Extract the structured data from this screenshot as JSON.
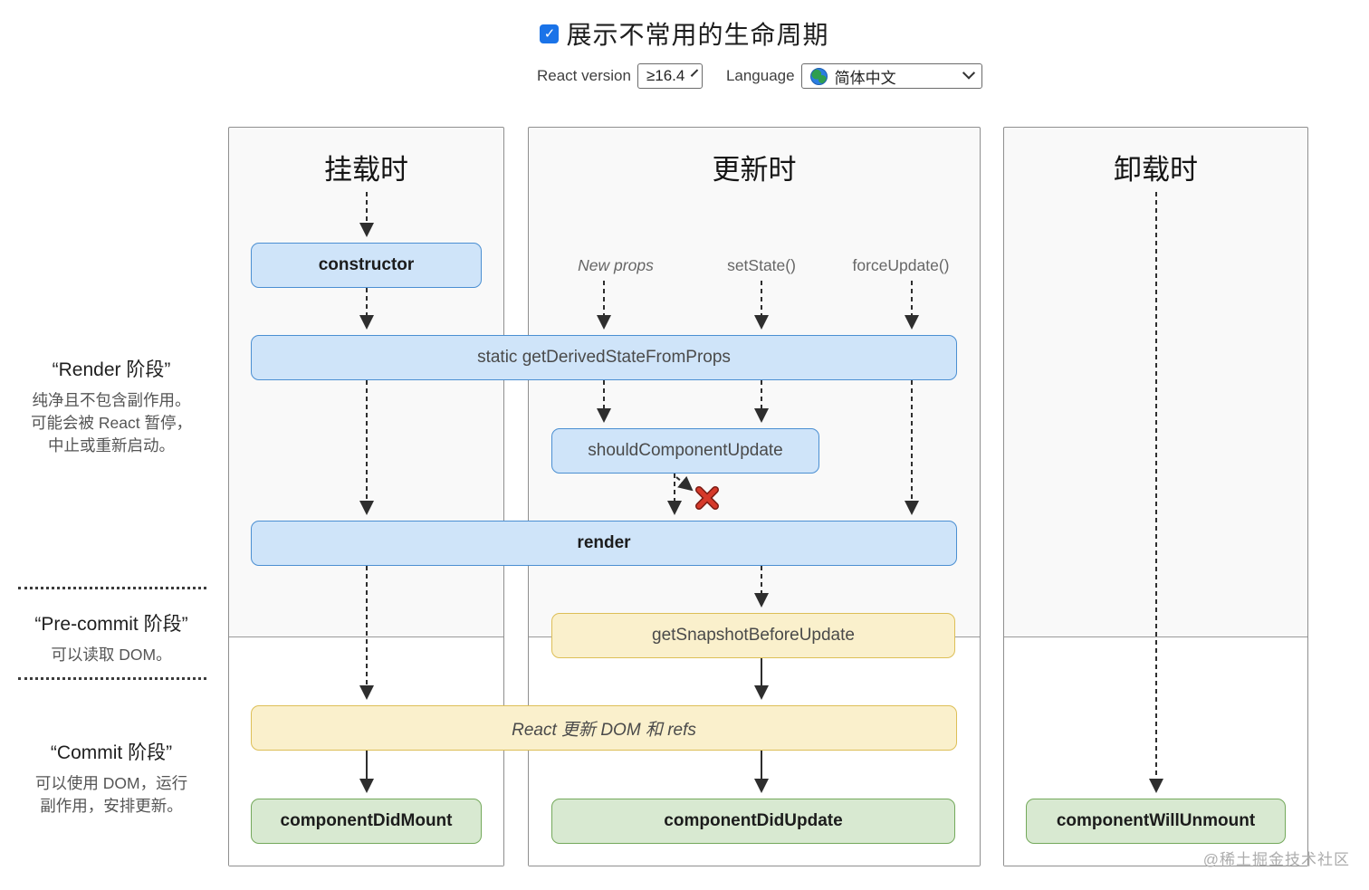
{
  "header": {
    "title": "展示不常用的生命周期",
    "checkbox_checked": "✓",
    "react_version_label": "React version",
    "react_version_value": "≥16.4",
    "language_label": "Language",
    "language_value": "简体中文"
  },
  "phases": [
    {
      "title": "“Render 阶段”",
      "lines": [
        "纯净且不包含副作用。",
        "可能会被 React 暂停，",
        "中止或重新启动。"
      ]
    },
    {
      "title": "“Pre-commit 阶段”",
      "lines": [
        "可以读取 DOM。"
      ]
    },
    {
      "title": "“Commit 阶段”",
      "lines": [
        "可以使用 DOM，运行",
        "副作用，安排更新。"
      ]
    }
  ],
  "columns": [
    {
      "title": "挂载时"
    },
    {
      "title": "更新时"
    },
    {
      "title": "卸载时"
    }
  ],
  "update_triggers": [
    "New props",
    "setState()",
    "forceUpdate()"
  ],
  "boxes": {
    "constructor": "constructor",
    "get_derived": "static getDerivedStateFromProps",
    "should_update": "shouldComponentUpdate",
    "render": "render",
    "get_snapshot": "getSnapshotBeforeUpdate",
    "react_updates": "React 更新 DOM 和 refs",
    "did_mount": "componentDidMount",
    "did_update": "componentDidUpdate",
    "will_unmount": "componentWillUnmount"
  },
  "watermark": "@稀土掘金技术社区",
  "colors": {
    "node_blue_fill": "#cfe4f9",
    "node_blue_border": "#4b8fd2",
    "node_yellow_fill": "#faf0cc",
    "node_yellow_border": "#ddbf57",
    "node_green_fill": "#d8e9d1",
    "node_green_border": "#74a95b",
    "checkbox_blue": "#1a73e8",
    "stop_x_red": "#d6392a"
  }
}
